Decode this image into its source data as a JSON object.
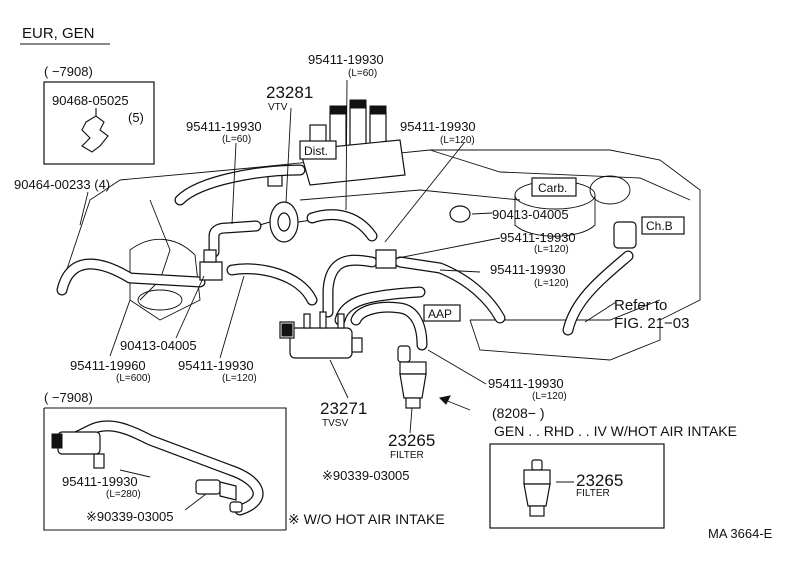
{
  "header": {
    "title": "EUR, GEN"
  },
  "inset_upper": {
    "range": "(      −7908)",
    "part_number": "90468-05025",
    "qty": "(5)"
  },
  "labels": {
    "clip": "90464-00233 (4)",
    "hose_vtv_left": "95411-19930",
    "hose_vtv_left_len": "(L=60)",
    "vtv_number": "23281",
    "vtv_name": "VTV",
    "hose_top": "95411-19930",
    "hose_top_len": "(L=60)",
    "hose_right_upper": "95411-19930",
    "hose_right_upper_len": "(L=120)",
    "dist": "Dist.",
    "carb": "Carb.",
    "chb": "Ch.B",
    "union_right": "90413-04005",
    "hose_r1": "95411-19930",
    "hose_r1_len": "(L=120)",
    "hose_r2": "95411-19930",
    "hose_r2_len": "(L=120)",
    "refer_line1": "Refer to",
    "refer_line2": "FIG. 21−03",
    "aap": "AAP",
    "union_left": "90413-04005",
    "hose_left_low": "95411-19960",
    "hose_left_low_len": "(L=600)",
    "hose_mid_low": "95411-19930",
    "hose_mid_low_len": "(L=120)",
    "tvsv_number": "23271",
    "tvsv_name": "TVSV",
    "hose_filter": "95411-19930",
    "hose_filter_len": "(L=120)",
    "filter_number": "23265",
    "filter_name": "FILTER",
    "filter_note": "※90339-03005"
  },
  "inset_lower_left": {
    "range": "(      −7908)",
    "hose": "95411-19930",
    "hose_len": "(L=280)",
    "filter_note": "※90339-03005",
    "footnote": "※ W/O HOT AIR INTAKE"
  },
  "inset_lower_right": {
    "range": "(8208−         )",
    "title": "GEN . . RHD . . IV W/HOT AIR INTAKE",
    "part_number": "23265",
    "part_name": "FILTER"
  },
  "footer": {
    "code": "MA 3664-E"
  }
}
